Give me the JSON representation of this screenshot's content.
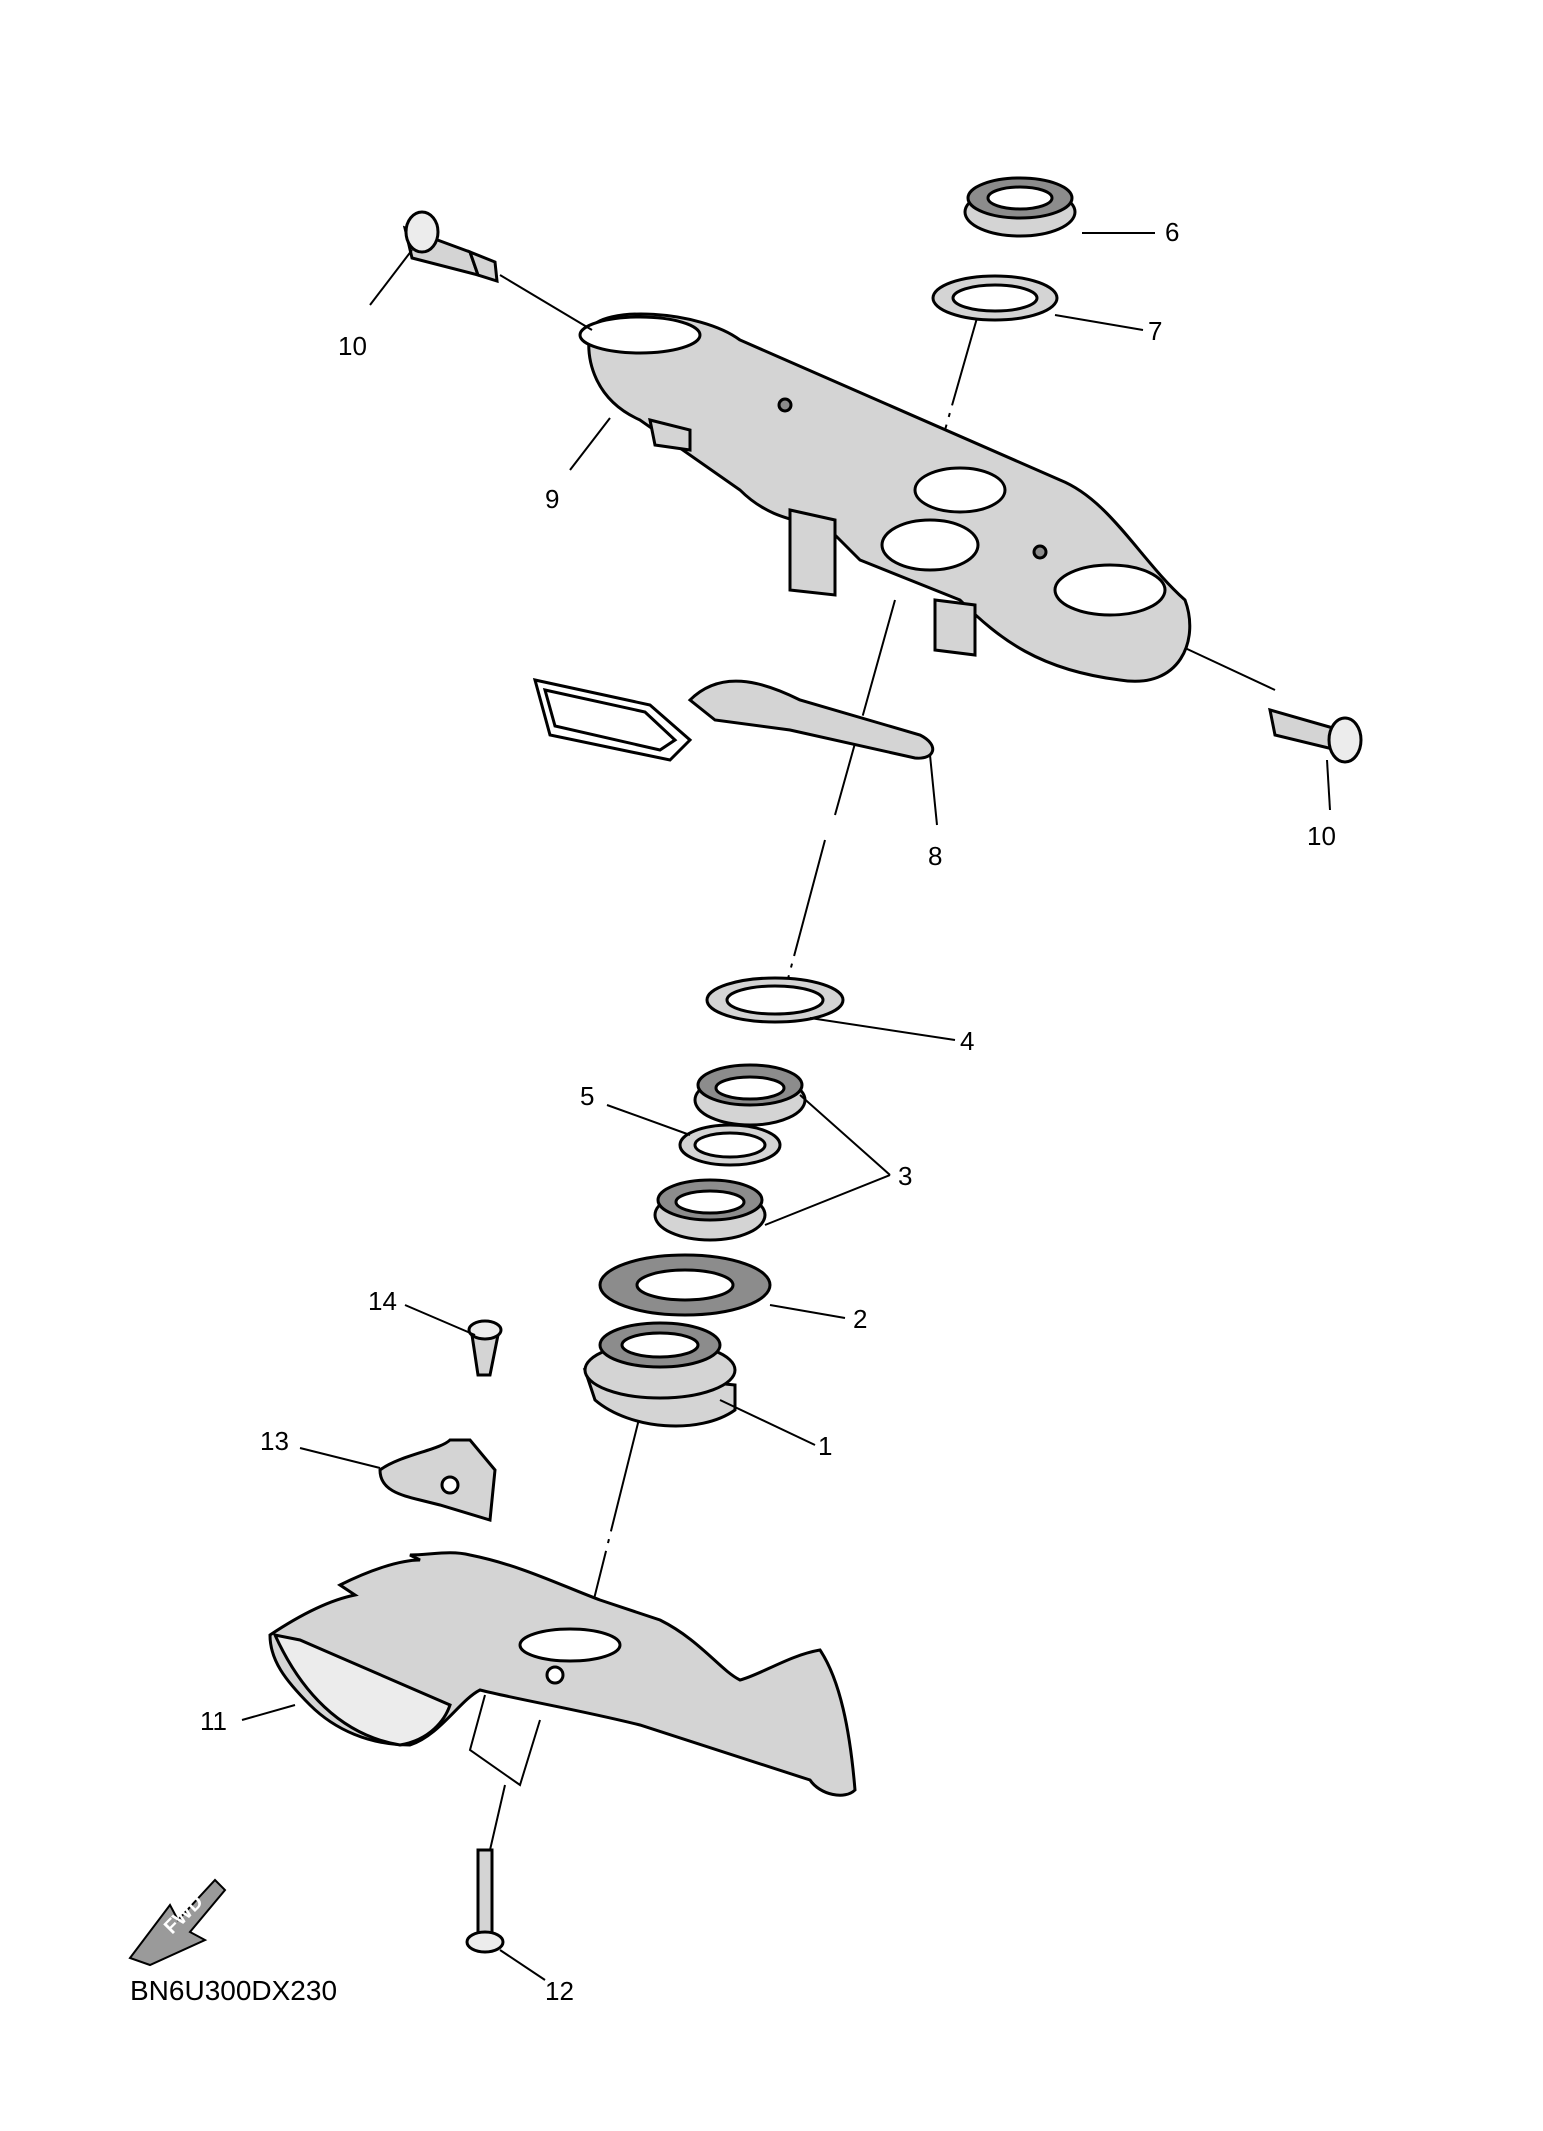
{
  "diagram_code": "BN6U300DX230",
  "fwd_label": "FWD",
  "callouts": {
    "p1": "1",
    "p2": "2",
    "p3": "3",
    "p4": "4",
    "p5": "5",
    "p6": "6",
    "p7": "7",
    "p8": "8",
    "p9": "9",
    "p10a": "10",
    "p10b": "10",
    "p11": "11",
    "p12": "12",
    "p13": "13",
    "p14": "14"
  }
}
